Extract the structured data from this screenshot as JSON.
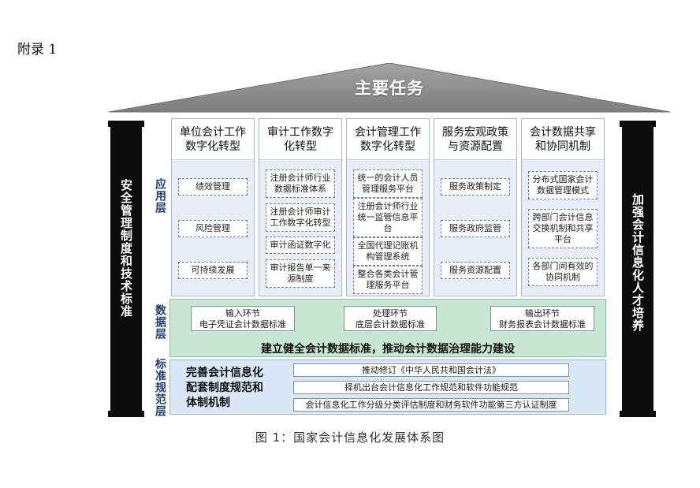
{
  "appendix": "附录 1",
  "roof": {
    "title": "主要任务"
  },
  "pillars": {
    "left": "安全管理制度和技术标准",
    "right": "加强会计信息化人才培养"
  },
  "layers": {
    "application": "应用层",
    "data": "数据层",
    "standards": "标准规范层"
  },
  "application": {
    "columns": [
      {
        "title": "单位会计工作数字化转型",
        "items": [
          "绩效管理",
          "风险管理",
          "可持续发展"
        ]
      },
      {
        "title": "审计工作数字化转型",
        "items": [
          "注册会计师行业数据标准体系",
          "注册会计师审计工作数字化转型",
          "审计函证数字化",
          "审计报告单一来源制度"
        ]
      },
      {
        "title": "会计管理工作数字化转型",
        "items": [
          "统一的会计人员管理服务平台",
          "注册会计师行业统一监管信息平台",
          "全国代理记账机构管理系统",
          "整合各类会计管理服务平台"
        ]
      },
      {
        "title": "服务宏观政策与资源配置",
        "items": [
          "服务政策制定",
          "服务政府监管",
          "服务资源配置"
        ]
      },
      {
        "title": "会计数据共享和协同机制",
        "items": [
          "分布式国家会计数据管理模式",
          "跨部门会计信息交换机制和共享平台",
          "各部门间有效的协同机制"
        ]
      }
    ]
  },
  "data_layer": {
    "boxes": [
      {
        "line1": "输入环节",
        "line2": "电子凭证会计数据标准"
      },
      {
        "line1": "处理环节",
        "line2": "底层会计数据标准"
      },
      {
        "line1": "输出环节",
        "line2": "财务报表会计数据标准"
      }
    ],
    "main": "建立健全会计数据标准，推动会计数据治理能力建设"
  },
  "standards_layer": {
    "left_lines": [
      "完善会计信息化",
      "配套制度规范和",
      "体制机制"
    ],
    "items": [
      "推动修订《中华人民共和国会计法》",
      "择机出台会计信息化工作规范和软件功能规范",
      "会计信息化工作分级分类评估制度和财务软件功能第三方认证制度"
    ]
  },
  "caption": "图 1：国家会计信息化发展体系图",
  "colors": {
    "roof": "#8e8e8e",
    "application_bg": "#e8edf7",
    "data_bg": "#c7e6d3",
    "standards_bg": "#d9e7f6",
    "layer_label": "#1f3c6e",
    "pillar": "#0c0c0c"
  }
}
